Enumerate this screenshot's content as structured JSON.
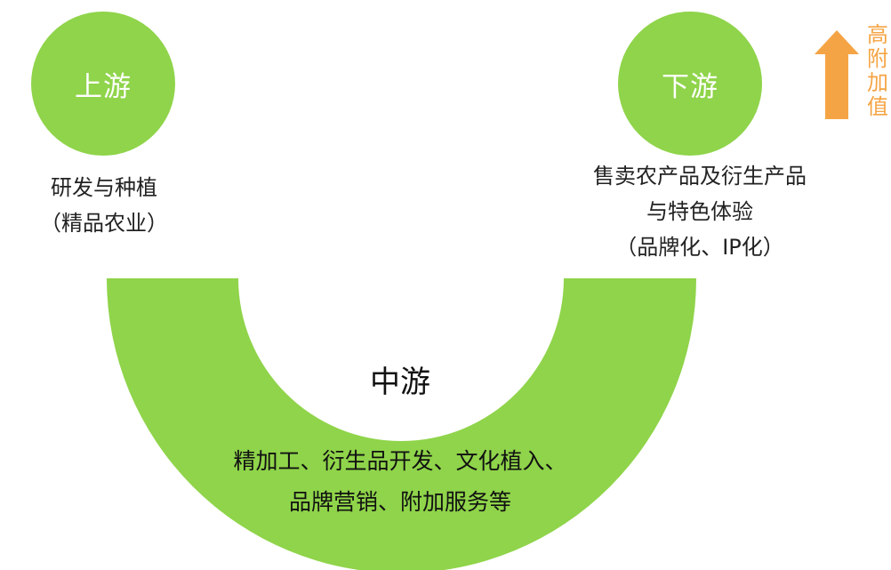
{
  "colors": {
    "green": "#8fd44a",
    "orange": "#f5a445",
    "text": "#222222"
  },
  "upstream": {
    "title": "上游",
    "caption_lines": [
      "研发与种植",
      "（精品农业）"
    ]
  },
  "downstream": {
    "title": "下游",
    "caption_lines": [
      "售卖农产品及衍生产品",
      "与特色体验",
      "（品牌化、IP化）"
    ]
  },
  "midstream": {
    "title": "中游",
    "desc_lines": [
      "精加工、衍生品开发、文化植入、",
      "品牌营销、附加服务等"
    ]
  },
  "value_indicator": {
    "label": "高附加值",
    "icon": "up-arrow-icon"
  }
}
